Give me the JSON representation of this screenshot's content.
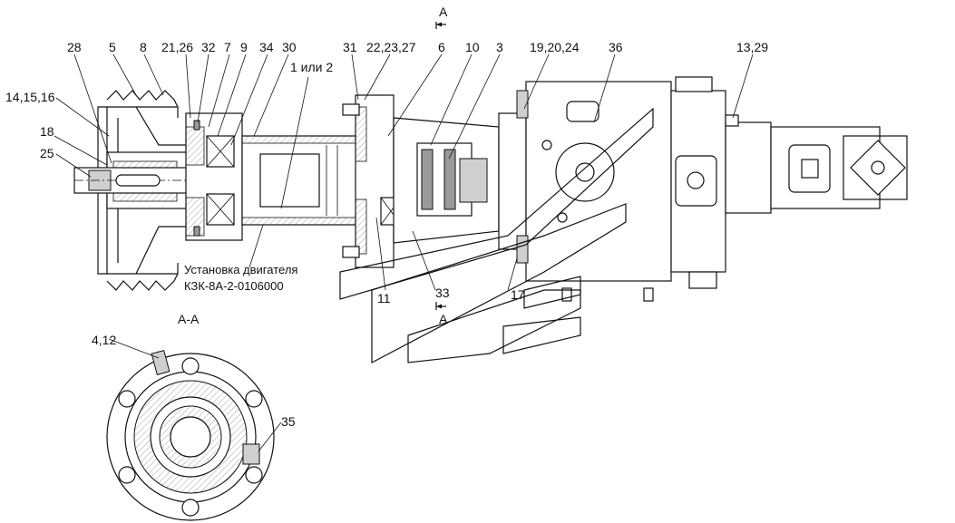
{
  "section_marker": "А",
  "section_title": "А-А",
  "callouts": [
    {
      "id": "c-28",
      "text": "28"
    },
    {
      "id": "c-5",
      "text": "5"
    },
    {
      "id": "c-8",
      "text": "8"
    },
    {
      "id": "c-21-26",
      "text": "21,26"
    },
    {
      "id": "c-32",
      "text": "32"
    },
    {
      "id": "c-7",
      "text": "7"
    },
    {
      "id": "c-9",
      "text": "9"
    },
    {
      "id": "c-34",
      "text": "34"
    },
    {
      "id": "c-30",
      "text": "30"
    },
    {
      "id": "c-1-2",
      "text": "1 или 2"
    },
    {
      "id": "c-31",
      "text": "31"
    },
    {
      "id": "c-22-23-27",
      "text": "22,23,27"
    },
    {
      "id": "c-6",
      "text": "6"
    },
    {
      "id": "c-10",
      "text": "10"
    },
    {
      "id": "c-3",
      "text": "3"
    },
    {
      "id": "c-19-20-24",
      "text": "19,20,24"
    },
    {
      "id": "c-36",
      "text": "36"
    },
    {
      "id": "c-13-29",
      "text": "13,29"
    },
    {
      "id": "c-14-15-16",
      "text": "14,15,16"
    },
    {
      "id": "c-18",
      "text": "18"
    },
    {
      "id": "c-25",
      "text": "25"
    },
    {
      "id": "c-11",
      "text": "11"
    },
    {
      "id": "c-33",
      "text": "33"
    },
    {
      "id": "c-17",
      "text": "17"
    },
    {
      "id": "c-4-12",
      "text": "4,12"
    },
    {
      "id": "c-35",
      "text": "35"
    }
  ],
  "engine_note": {
    "line1": "Установка двигателя",
    "line2": "КЗК-8А-2-0106000"
  }
}
